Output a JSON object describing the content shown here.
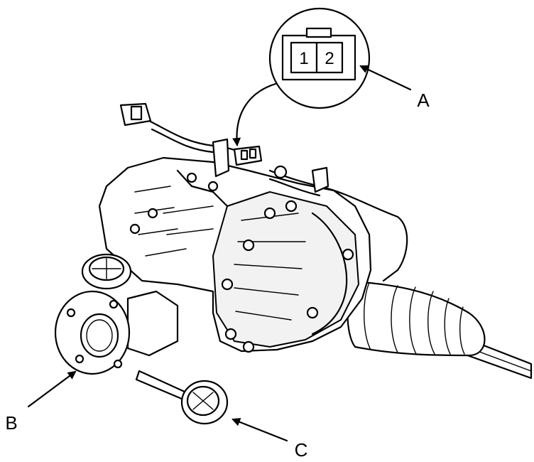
{
  "labels": {
    "a": "A",
    "b": "B",
    "c": "C"
  },
  "connector": {
    "pin1": "1",
    "pin2": "2"
  }
}
